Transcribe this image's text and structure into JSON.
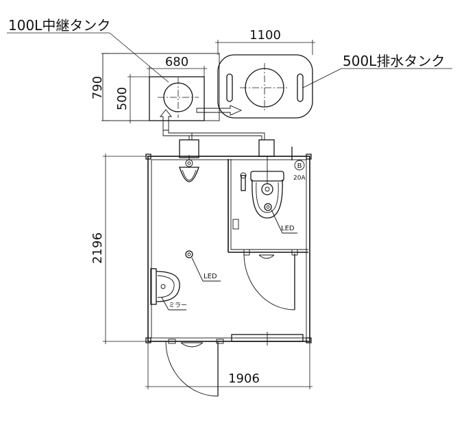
{
  "title_relay_tank": "100L中継タンク",
  "title_drain_tank": "500L排水タンク",
  "dimensions": {
    "relay_tank_width": "680",
    "drain_tank_width": "1100",
    "outer_height_top": "790",
    "relay_tank_height": "500",
    "building_height": "2196",
    "building_width": "1906"
  },
  "labels": {
    "led_toilet": "LED",
    "led_ceiling": "LED",
    "mirror": "ミラー",
    "breaker_letter": "B",
    "breaker_rating": "20A"
  }
}
